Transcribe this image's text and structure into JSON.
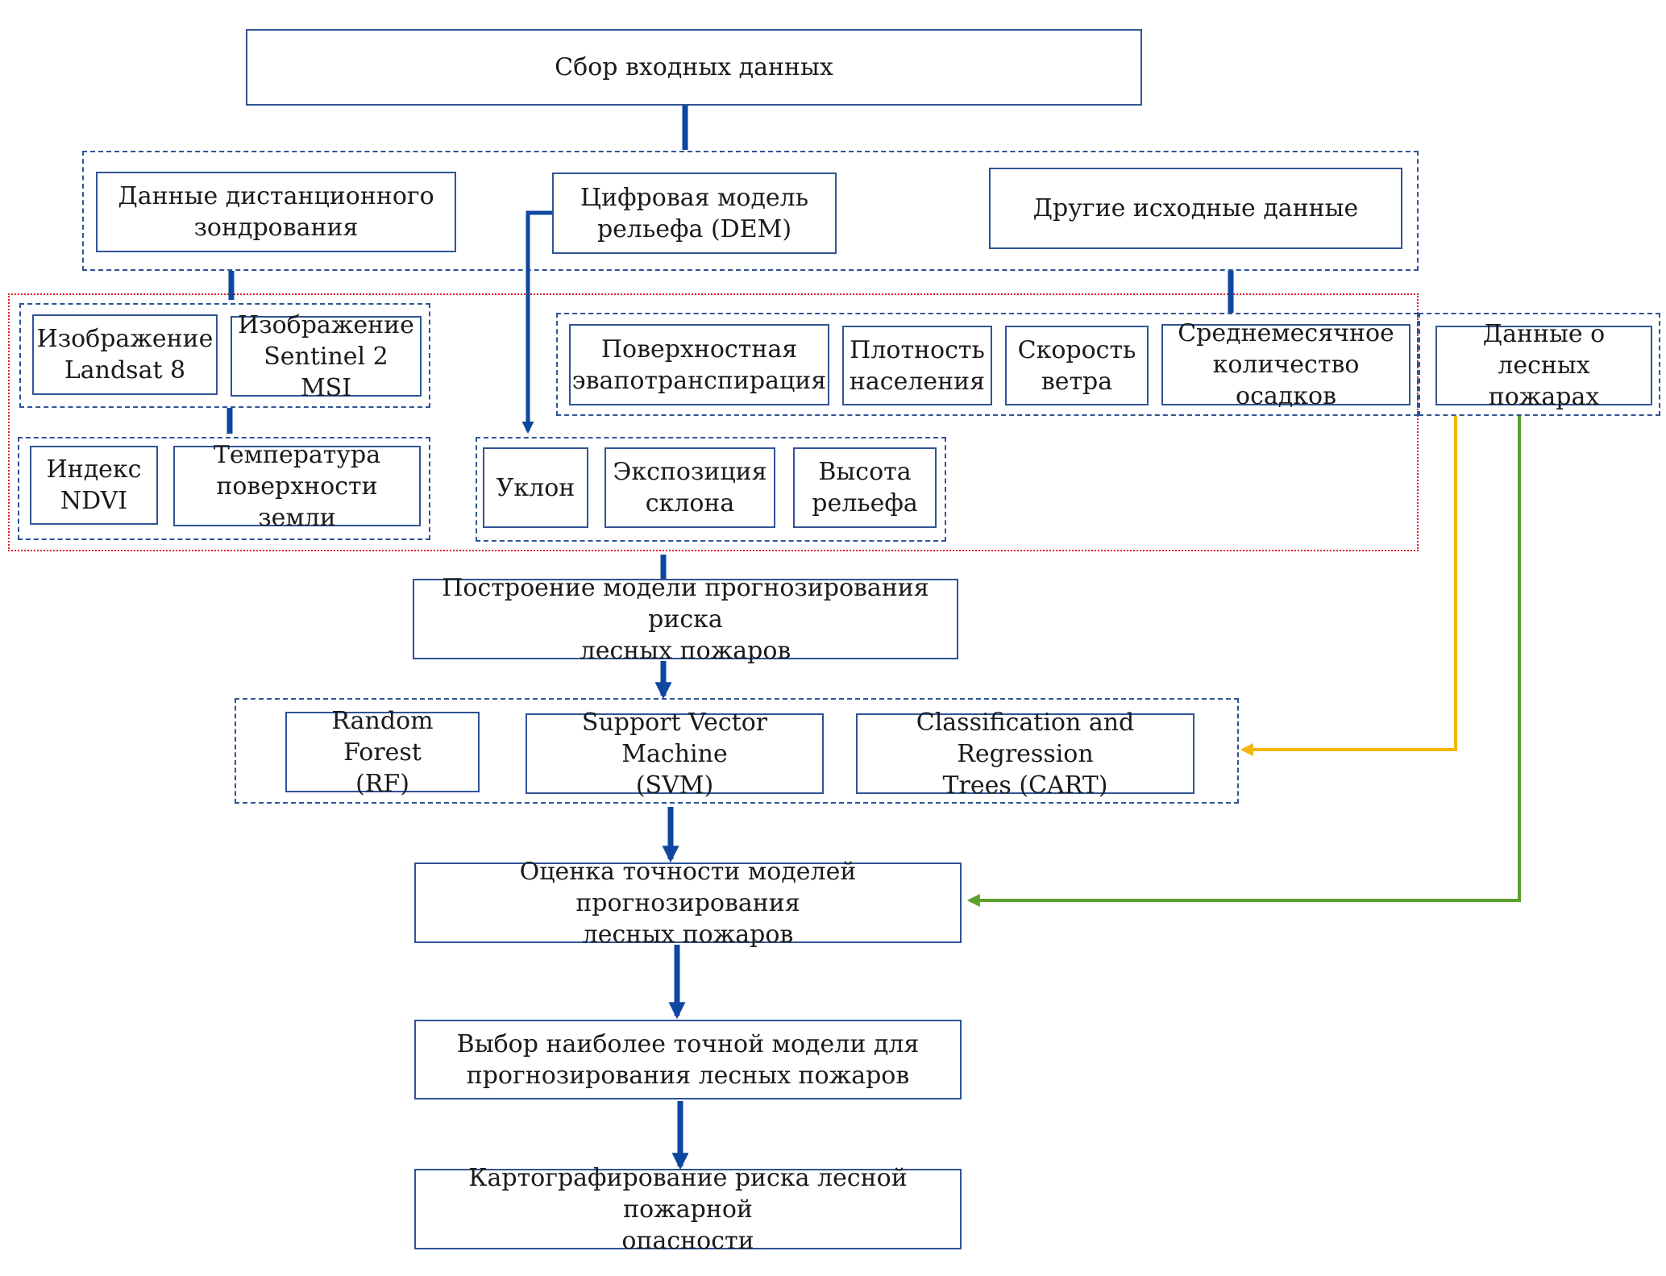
{
  "colors": {
    "box_border": "#2f5496",
    "arrow_blue": "#0d47a1",
    "arrow_yellow": "#f2b705",
    "arrow_green": "#5aa02c",
    "group_red": "#e0202a"
  },
  "nodes": {
    "collect": "Сбор входных данных",
    "remote": "Данные дистанционного\nзондрования",
    "dem": "Цифровая модель\nрельефа (DEM)",
    "other": "Другие исходные данные",
    "landsat": "Изображение\nLandsat 8",
    "sentinel": "Изображение\nSentinel 2 MSI",
    "ndvi": "Индекс\nNDVI",
    "lst": "Температура\nповерхности земли",
    "slope": "Уклон",
    "aspect": "Экспозиция\nсклона",
    "elevation": "Высота\nрельефа",
    "evapo": "Поверхностная\nэвапотранспирация",
    "density": "Плотность\nнаселения",
    "wind": "Скорость\nветра",
    "precip": "Среднемесячное\nколичество осадков",
    "fires": "Данные о\nлесных пожарах",
    "build": "Построение модели прогнозирования риска\nлесных пожаров",
    "rf": "Random Forest\n(RF)",
    "svm": "Support Vector Machine\n(SVM)",
    "cart": "Classification and Regression\nTrees (CART)",
    "evaluate": "Оценка точности моделей прогнозирования\nлесных пожаров",
    "select": "Выбор наиболее точной модели для\nпрогнозирования лесных пожаров",
    "mapping": "Картографирование риска лесной пожарной\nопасности"
  }
}
